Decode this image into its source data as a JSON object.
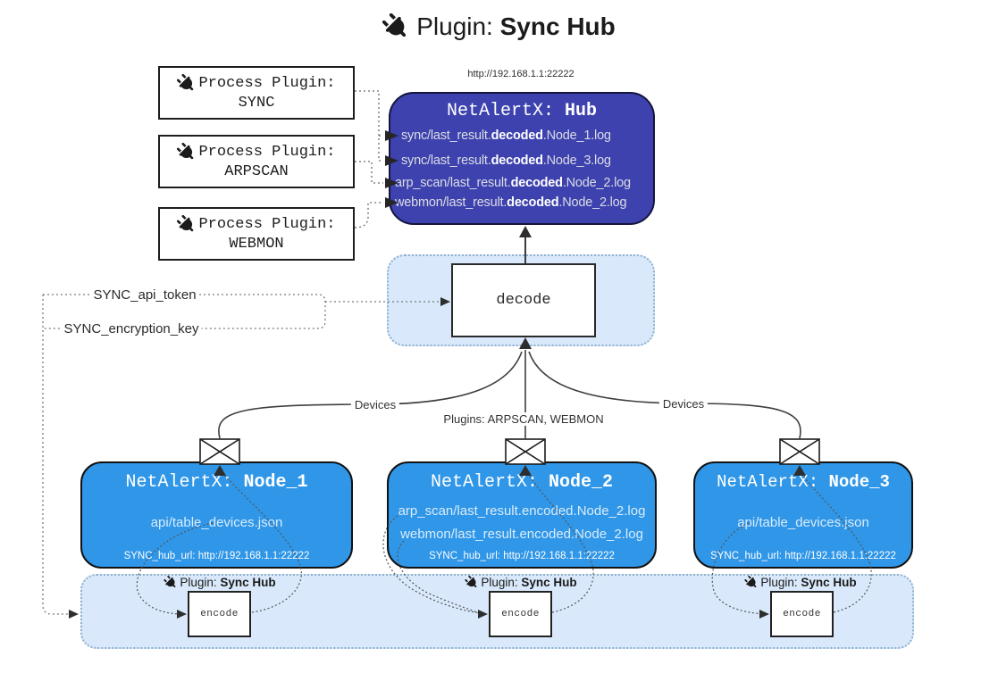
{
  "title": {
    "prefix": "Plugin: ",
    "bold": "Sync Hub"
  },
  "hub": {
    "url": "http://192.168.1.1:22222",
    "title_prefix": "NetAlertX: ",
    "title_bold": "Hub",
    "lines": [
      {
        "pre": "sync/last_result.",
        "bold": "decoded",
        "post": ".Node_1.log"
      },
      {
        "pre": "sync/last_result.",
        "bold": "decoded",
        "post": ".Node_3.log"
      },
      {
        "pre": "arp_scan/last_result.",
        "bold": "decoded",
        "post": ".Node_2.log"
      },
      {
        "pre": "webmon/last_result.",
        "bold": "decoded",
        "post": ".Node_2.log"
      }
    ]
  },
  "process_plugins": [
    {
      "label": "Process Plugin:",
      "name": "SYNC"
    },
    {
      "label": "Process Plugin:",
      "name": "ARPSCAN"
    },
    {
      "label": "Process Plugin:",
      "name": "WEBMON"
    }
  ],
  "decode": {
    "label": "decode"
  },
  "settings": {
    "api_token": "SYNC_api_token",
    "encryption_key": "SYNC_encryption_key"
  },
  "edges": {
    "devices_left": "Devices",
    "devices_right": "Devices",
    "plugins_center": "Plugins: ARPSCAN, WEBMON"
  },
  "nodes": [
    {
      "title_prefix": "NetAlertX: ",
      "title_bold": "Node_1",
      "files": [
        "api/table_devices.json"
      ],
      "hub_url": "SYNC_hub_url: http://192.168.1.1:22222"
    },
    {
      "title_prefix": "NetAlertX: ",
      "title_bold": "Node_2",
      "files": [
        "arp_scan/last_result.encoded.Node_2.log",
        "webmon/last_result.encoded.Node_2.log"
      ],
      "hub_url": "SYNC_hub_url: http://192.168.1.1:22222"
    },
    {
      "title_prefix": "NetAlertX: ",
      "title_bold": "Node_3",
      "files": [
        "api/table_devices.json"
      ],
      "hub_url": "SYNC_hub_url: http://192.168.1.1:22222"
    }
  ],
  "encode_band": {
    "plugin_label_prefix": "Plugin: ",
    "plugin_label_bold": "Sync Hub",
    "encode_label": "encode"
  },
  "colors": {
    "hub_fill": "#3d42ae",
    "node_fill": "#2f96e8",
    "band_fill": "#d9e9fb",
    "connector": "#666666"
  }
}
